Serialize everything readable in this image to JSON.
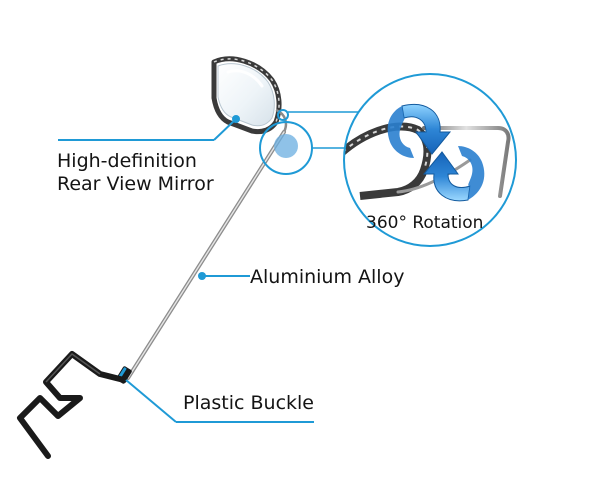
{
  "callouts": {
    "mirror": {
      "line1": "High-definition",
      "line2": "Rear View Mirror"
    },
    "alloy": {
      "text": "Aluminium Alloy"
    },
    "buckle": {
      "text": "Plastic Buckle"
    }
  },
  "detail": {
    "rotation_label": "360° Rotation"
  },
  "colors": {
    "accent": "#1f9ad6",
    "rotation_arrow": "#2e86d6",
    "frame": "#3a3a3a",
    "wire": "#9a9a9a",
    "hook": "#1a1a1a",
    "text": "#141414"
  }
}
